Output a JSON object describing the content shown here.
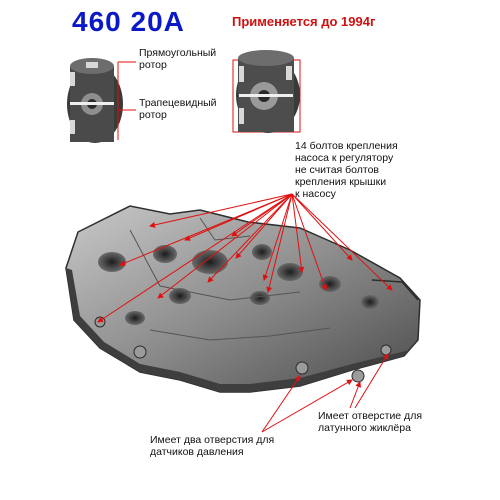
{
  "title": "460 20A",
  "note": "Применяется до 1994г",
  "labels": {
    "rect_rotor": [
      "Прямоугольный",
      "ротор"
    ],
    "trap_rotor": [
      "Трапецевидный",
      "ротор"
    ],
    "bolts": [
      "14 болтов крепления",
      "насоса к регулятору",
      "не считая болтов",
      "крепления крышки",
      "к насосу"
    ],
    "brass": [
      "Имеет отверстие для",
      "латунного жиклёра"
    ],
    "pressure": [
      "Имеет два отверстия для",
      "датчиков давления"
    ]
  },
  "colors": {
    "title": "#0a18c8",
    "note": "#d01010",
    "arrow": "#e01010",
    "metal": "#8d8d8d"
  },
  "icons": [
    "rotor-rectangular-icon",
    "rotor-trapezoidal-icon",
    "valve-body-image"
  ]
}
